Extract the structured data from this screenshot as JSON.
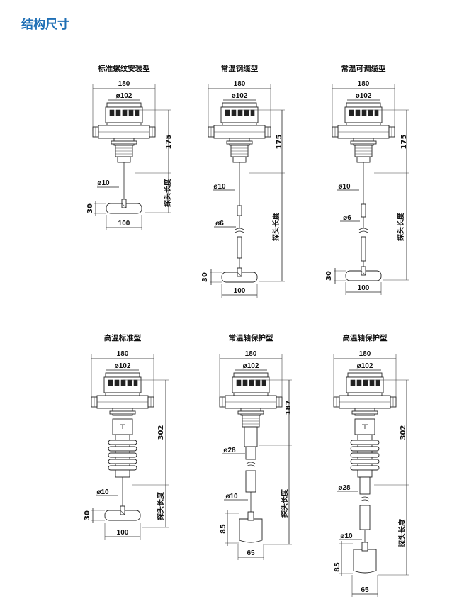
{
  "page_title": "结构尺寸",
  "models": [
    {
      "title": "标准螺纹安装型",
      "width": "180",
      "housing_dia": "ø102",
      "height": "175",
      "shaft_dia": "ø10",
      "paddle_height": "30",
      "paddle_width": "100",
      "probe_length": "探头长度"
    },
    {
      "title": "常温钢缆型",
      "width": "180",
      "housing_dia": "ø102",
      "height": "175",
      "shaft_dia": "ø10",
      "cable_dia": "ø6",
      "paddle_height": "30",
      "paddle_width": "100",
      "probe_length": "探头长度"
    },
    {
      "title": "常温可调缆型",
      "width": "180",
      "housing_dia": "ø102",
      "height": "175",
      "shaft_dia": "ø10",
      "cable_dia": "ø6",
      "paddle_height": "30",
      "paddle_width": "100",
      "probe_length": "探头长度"
    },
    {
      "title": "高温标准型",
      "width": "180",
      "housing_dia": "ø102",
      "height": "302",
      "shaft_dia": "ø10",
      "paddle_height": "30",
      "paddle_width": "100",
      "probe_length": "探头长度"
    },
    {
      "title": "常温轴保护型",
      "width": "180",
      "housing_dia": "ø102",
      "height": "187",
      "sleeve_dia": "ø28",
      "shaft_dia": "ø10",
      "paddle_height": "85",
      "paddle_width": "65",
      "probe_length": "探头长度"
    },
    {
      "title": "高温轴保护型",
      "width": "180",
      "housing_dia": "ø102",
      "height": "302",
      "sleeve_dia": "ø28",
      "shaft_dia": "ø10",
      "paddle_height": "85",
      "paddle_width": "65",
      "probe_length": "探头长度"
    }
  ]
}
